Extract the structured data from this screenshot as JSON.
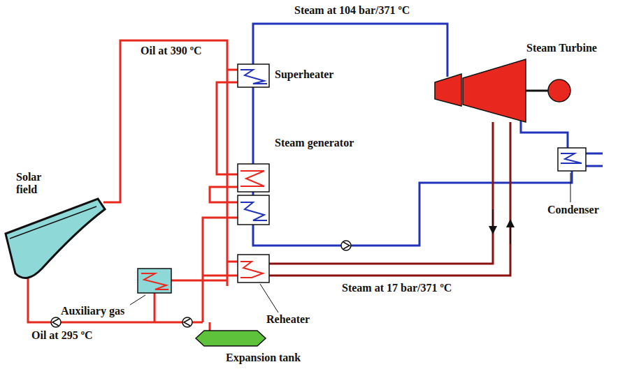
{
  "diagram": {
    "labels": [
      "Steam at 104 bar/371 ºC",
      "Oil at 390 ºC",
      "Superheater",
      "Steam Turbine",
      "Steam generator",
      "Solar field",
      "Condenser",
      "Auxiliary gas",
      "Oil at 295 ºC",
      "Reheater",
      "Steam at 17 bar/371 ºC",
      "Expansion tank"
    ]
  }
}
